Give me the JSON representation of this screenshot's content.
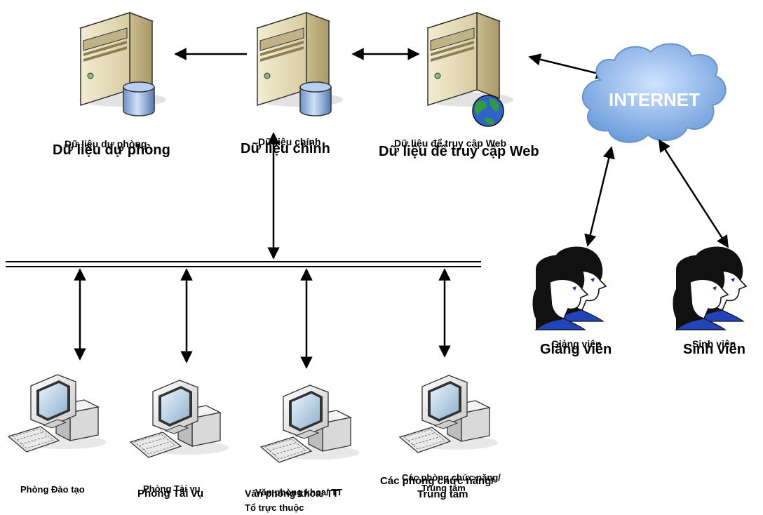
{
  "servers": {
    "backup": {
      "label": "Dữ liệu dự phòng"
    },
    "main": {
      "label": "Dữ liệu chính"
    },
    "web": {
      "label": "Dữ liệu để truy cập Web"
    }
  },
  "internet": {
    "label": "INTERNET"
  },
  "users": {
    "lecturer": {
      "label": "Giảng viên"
    },
    "student": {
      "label": "Sinh viên"
    }
  },
  "workstations": {
    "training": {
      "label": "Phòng Đào tạo"
    },
    "finance": {
      "label": "Phòng Tài vụ"
    },
    "faculty": {
      "label_line1": "Văn phòng khoa/ TT",
      "label_line2": "Tổ trực thuộc"
    },
    "functional": {
      "label": "Các phòng chức năng/",
      "label_line2": "Trung tâm"
    }
  }
}
